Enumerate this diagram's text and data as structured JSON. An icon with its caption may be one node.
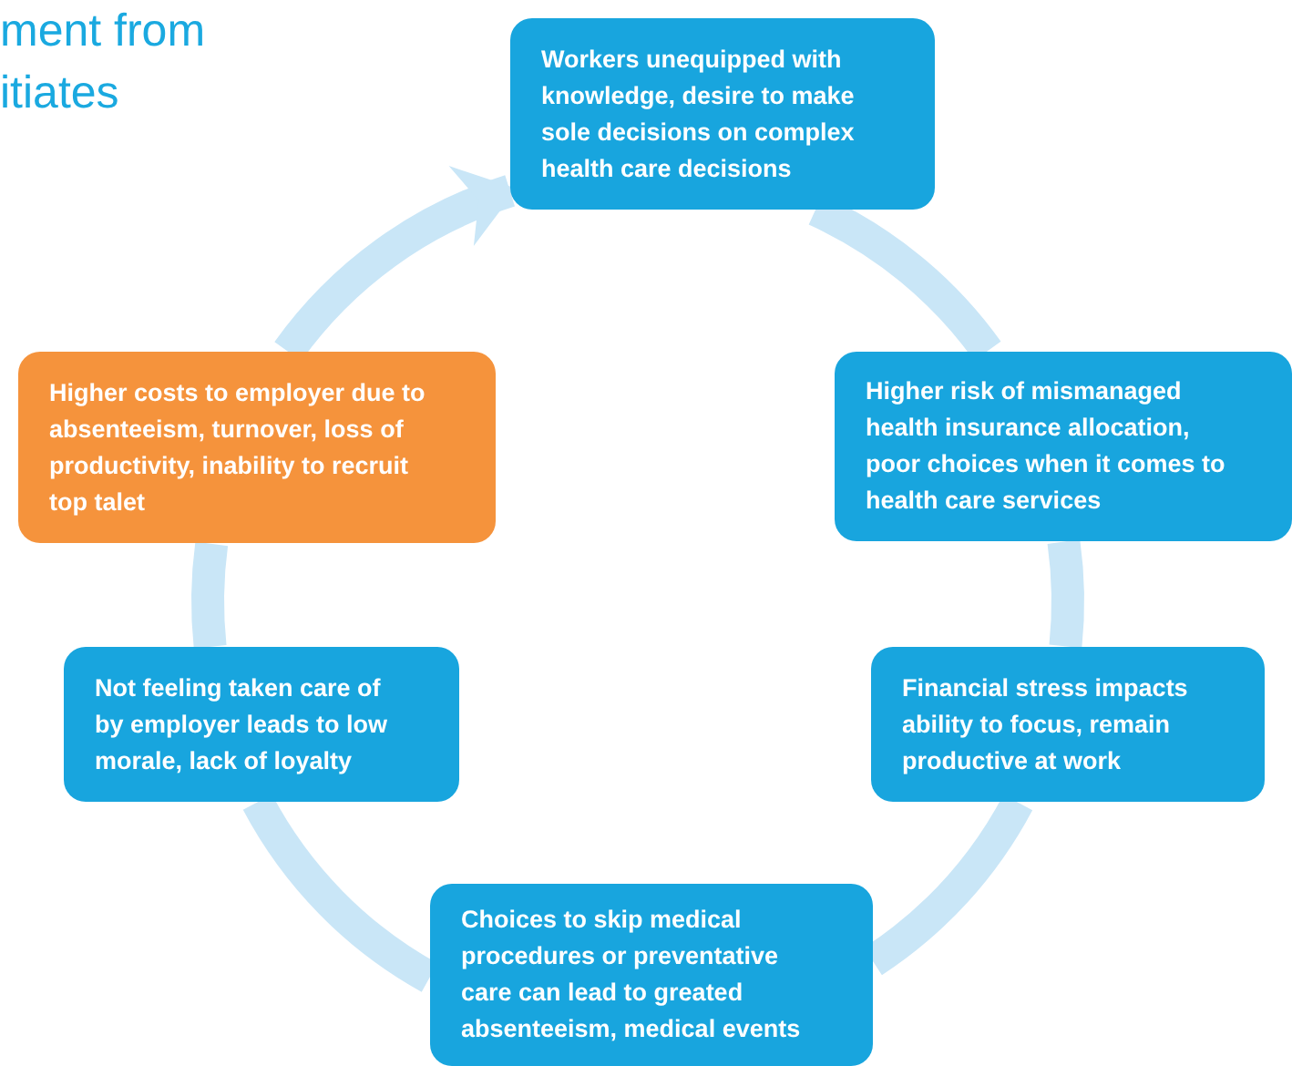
{
  "diagram": {
    "nodes": [
      {
        "text": [
          "Workers unequipped with knowledge, desire to make sole decisions on complex health care decisions"
        ]
      },
      {
        "text": [
          "Higher risk of mismanaged health insurance allocation, poor choices when it comes to health care services"
        ]
      },
      {
        "text": [
          "Financial stress impacts ability to focus, remain productive at work"
        ]
      },
      {
        "text": [
          "Choices to skip medical procedures or preventative care can lead to greated absenteeism, medical events"
        ]
      },
      {
        "text": [
          "Not feeling taken care of by employer leads to low morale, lack of loyalty"
        ]
      },
      {
        "text": [
          "Higher costs to employer due to absenteeism, turnover, loss of productivity, inability to recruit top talet"
        ]
      }
    ],
    "edges": [
      {
        "from": 0,
        "to": 1,
        "arrow": "none"
      },
      {
        "from": 1,
        "to": 2,
        "arrow": "none"
      },
      {
        "from": 2,
        "to": 3,
        "arrow": "none"
      },
      {
        "from": 3,
        "to": 4,
        "arrow": "none"
      },
      {
        "from": 4,
        "to": 5,
        "arrow": "none"
      },
      {
        "from": 5,
        "to": 0,
        "arrow": "to"
      }
    ],
    "labels": [
      "ment from itiates"
    ]
  }
}
